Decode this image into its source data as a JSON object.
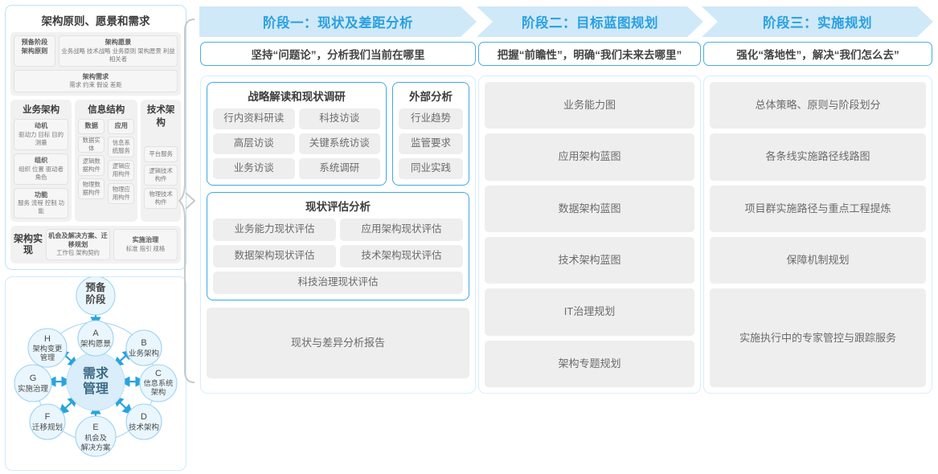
{
  "left_panel": {
    "title": "架构原则、愿景和需求",
    "prep": {
      "line1": "预备阶段",
      "line2": "架构原则"
    },
    "vision": {
      "title": "架构愿景",
      "items": "业务战略 技术战略 业务原则 架构愿景 利益相关者"
    },
    "requirement": {
      "title": "架构需求",
      "items": "需求   约束   假设   差距"
    },
    "columns": [
      {
        "title": "业务架构",
        "groups": [
          {
            "head": "动机",
            "items": "驱动力 目标 目的 测量"
          },
          {
            "head": "组织",
            "items": "组织 位置 驱动者 角色"
          },
          {
            "head": "功能",
            "items": "服务 流程 控制 功能"
          }
        ]
      },
      {
        "title": "信息结构",
        "subcols": [
          {
            "head": "数据",
            "items": [
              "数据实体",
              "逻辑数据构件",
              "物理数据构件"
            ]
          },
          {
            "head": "应用",
            "items": [
              "信息系统服务",
              "逻辑应用构件",
              "物理应用构件"
            ]
          }
        ]
      },
      {
        "title": "技术架构",
        "items": [
          "平台服务",
          "逻辑技术构件",
          "物理技术构件"
        ]
      }
    ],
    "implementation": {
      "label": "架构实现",
      "boxes": [
        {
          "head": "机会及解决方案、迁移规划",
          "items": "工作包 架构契约"
        },
        {
          "head": "实施治理",
          "items": "标准 指引 规格"
        }
      ]
    }
  },
  "adm_wheel": {
    "center": "需求管理",
    "top": "预备阶段",
    "nodes": [
      {
        "letter": "A",
        "label": "架构愿景"
      },
      {
        "letter": "B",
        "label": "业务架构"
      },
      {
        "letter": "C",
        "label": "信息系统架构"
      },
      {
        "letter": "D",
        "label": "技术架构"
      },
      {
        "letter": "E",
        "label": "机会及解决方案"
      },
      {
        "letter": "F",
        "label": "迁移规划"
      },
      {
        "letter": "G",
        "label": "实施治理"
      },
      {
        "letter": "H",
        "label": "架构变更管理"
      }
    ]
  },
  "phases": [
    {
      "header": "阶段一：现状及差距分析",
      "subtitle": "坚持“问题论”，分析我们当前在哪里",
      "groups": [
        {
          "title": "战略解读和现状调研",
          "items": [
            "行内资料研读",
            "科技访谈",
            "高层访谈",
            "关键系统访谈",
            "业务访谈",
            "系统调研"
          ]
        },
        {
          "title": "外部分析",
          "items": [
            "行业趋势",
            "监管要求",
            "同业实践"
          ]
        },
        {
          "title": "现状评估分析",
          "items": [
            "业务能力现状评估",
            "应用架构现状评估",
            "数据架构现状评估",
            "技术架构现状评估",
            "科技治理现状评估"
          ]
        }
      ],
      "report": "现状与差异分析报告"
    },
    {
      "header": "阶段二：目标蓝图规划",
      "subtitle": "把握“前瞻性”，明确“我们未来去哪里”",
      "items": [
        "业务能力图",
        "应用架构蓝图",
        "数据架构蓝图",
        "技术架构蓝图",
        "IT治理规划",
        "架构专题规划"
      ]
    },
    {
      "header": "阶段三：实施规划",
      "subtitle": "强化“落地性”，解决“我们怎么去”",
      "items": [
        "总体策略、原则与阶段划分",
        "各条线实施路径线路图",
        "项目群实施路径与重点工程提炼",
        "保障机制规划",
        "实施执行中的专家管控与跟踪服务"
      ]
    }
  ],
  "colors": {
    "header_bg": "#cfe9f8",
    "header_text": "#2aa0e2",
    "accent_border": "#3fa9e0",
    "chip_bg": "#eeeeee",
    "chip_text": "#6b6b6b"
  }
}
